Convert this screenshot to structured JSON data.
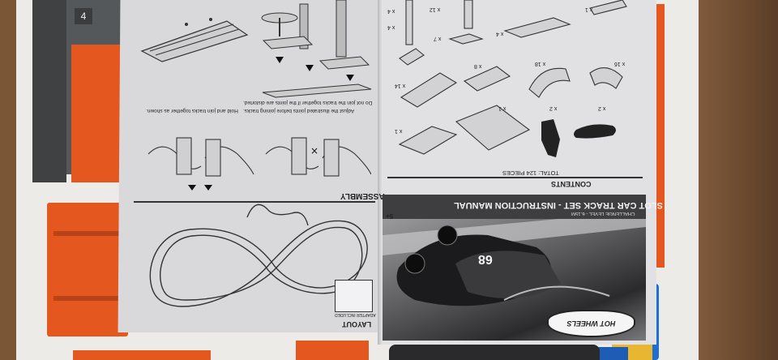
{
  "manual": {
    "title": "SLOT CAR TRACK SET - INSTRUCTION MANUAL",
    "level": "CHALLENGE LEVEL - 6.15M",
    "contents_heading": "CONTENTS",
    "contents_total": "TOTAL: 124 PIECES",
    "assembly_heading": "ASSEMBLY",
    "layout_heading": "LAYOUT",
    "adapter_label": "ADAPTER INCLUDED",
    "age_badge": "5+",
    "brand": "HOT WHEELS",
    "instruction_1": "Adjust the illustrated joints before joining tracks.",
    "instruction_2": "Do not join the tracks together if the joints are distorted.",
    "instruction_3": "Hold and join tracks together as shown.",
    "quantities": [
      "x 14",
      "x 8",
      "x 18",
      "x 16",
      "x 1",
      "x 1",
      "x 2",
      "x 2",
      "x 4",
      "x 12",
      "x 1",
      "x 4",
      "x 7",
      "x 4"
    ],
    "box_number": "4",
    "car_number": "68"
  },
  "colors": {
    "foam": "#ecebe7",
    "track_orange": "#e4571f",
    "dark_grey": "#4a4c4d",
    "paper": "#dcdcdf",
    "wood": "#7a5536"
  }
}
